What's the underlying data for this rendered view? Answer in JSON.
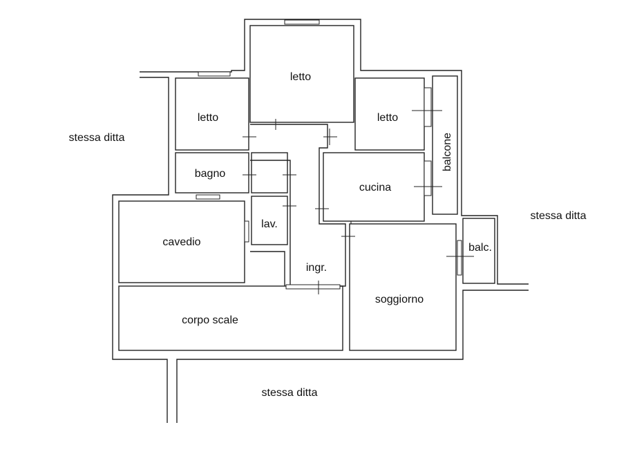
{
  "colors": {
    "wall": "#222222",
    "background": "#ffffff",
    "text": "#111111"
  },
  "rooms": {
    "letto_top": "letto",
    "letto_left": "letto",
    "letto_right": "letto",
    "balcone": "balcone",
    "bagno": "bagno",
    "cucina": "cucina",
    "cavedio": "cavedio",
    "lav": "lav.",
    "ingr": "ingr.",
    "balc": "balc.",
    "soggiorno": "soggiorno",
    "corpo_scale": "corpo scale"
  },
  "neighbors": {
    "left": "stessa ditta",
    "right": "stessa ditta",
    "bottom": "stessa ditta"
  }
}
